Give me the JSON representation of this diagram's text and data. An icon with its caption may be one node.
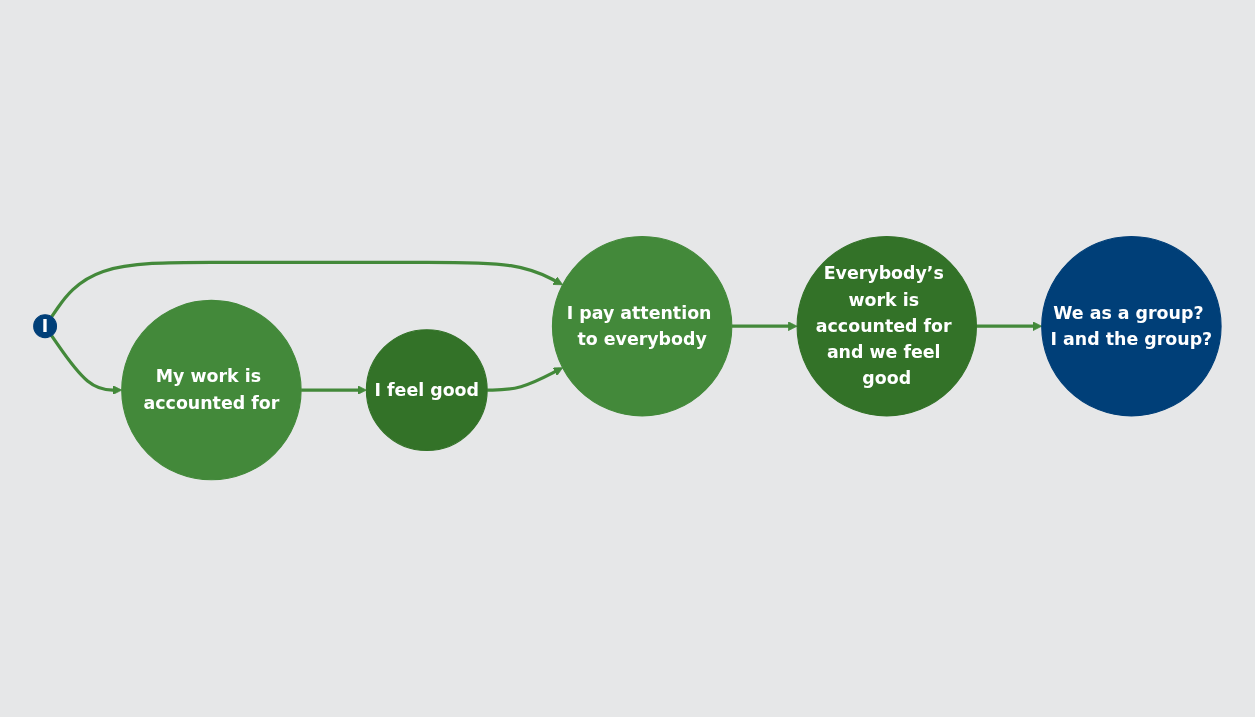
{
  "diagram": {
    "nodes": [
      {
        "text": [
          "I"
        ]
      },
      {
        "text": [
          "I pay attention to everybody"
        ]
      },
      {
        "text": [
          "Everybody’s work is accounted for and we feel good"
        ]
      },
      {
        "text": [
          "My work is accounted for"
        ]
      },
      {
        "text": [
          "I feel good"
        ]
      },
      {
        "text": [
          "We as a group? I and the group?"
        ]
      }
    ],
    "edges": [
      {
        "from": 0,
        "to": 1,
        "arrow": "to"
      },
      {
        "from": 1,
        "to": 2,
        "arrow": "to"
      },
      {
        "from": 0,
        "to": 3,
        "arrow": "to"
      },
      {
        "from": 3,
        "to": 4,
        "arrow": "to"
      },
      {
        "from": 4,
        "to": 1,
        "arrow": "to"
      },
      {
        "from": 2,
        "to": 5,
        "arrow": "to"
      }
    ]
  }
}
